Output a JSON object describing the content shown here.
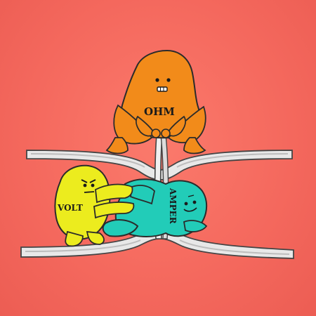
{
  "labels": {
    "ohm": "OHM",
    "volt": "VOLT",
    "amper": "AMPER"
  },
  "colors": {
    "background": "#f4685d",
    "ohm": "#f28b1a",
    "volt": "#ecec1e",
    "amper": "#22ccb8",
    "wire": "#e8e8e8"
  },
  "icons": [
    "ohm-character",
    "volt-character",
    "amper-character",
    "wire-conductor"
  ]
}
